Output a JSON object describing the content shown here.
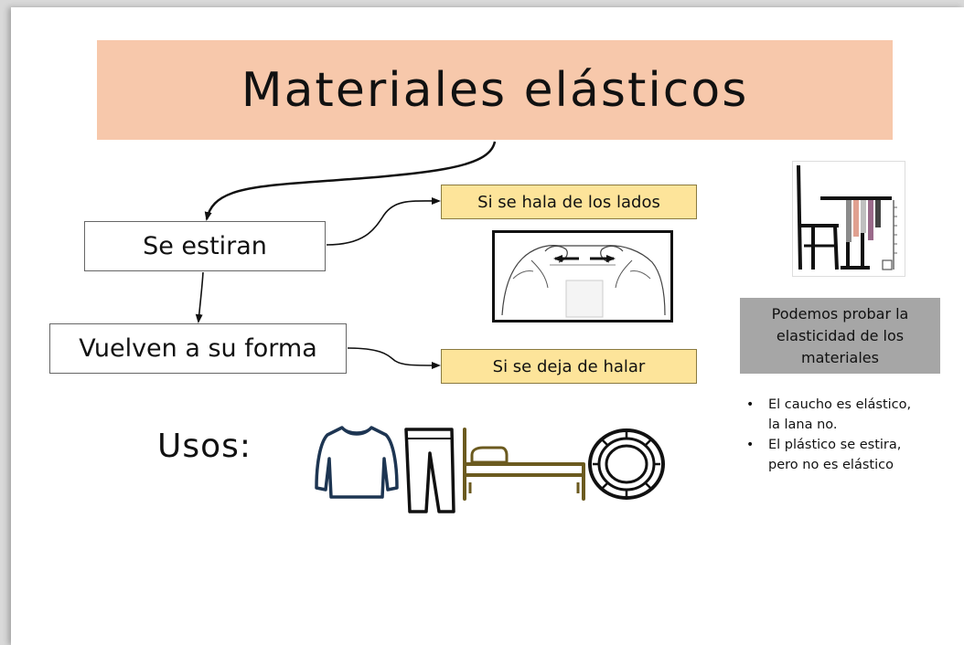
{
  "title": "Materiales elásticos",
  "boxes": {
    "stretch": "Se estiran",
    "return": "Vuelven a su forma"
  },
  "notes": {
    "pull_sides": "Si se hala de los lados",
    "stop_pulling": "Si se deja de halar"
  },
  "side_panel": {
    "lines": [
      "Podemos probar la",
      "elasticidad de los",
      "materiales"
    ],
    "bullets": [
      {
        "line1": "El caucho es elástico,",
        "line2": "la lana no."
      },
      {
        "line1": "El plástico se estira,",
        "line2": "pero no es elástico"
      }
    ]
  },
  "uses": {
    "label": "Usos:",
    "icons": [
      "sweater-icon",
      "pants-icon",
      "bed-icon",
      "tire-icon"
    ]
  },
  "colors": {
    "title_bg": "#f7c8ab",
    "note_bg": "#fde49a",
    "panel_bg": "#a6a6a6",
    "sweater": "#2b4a6b",
    "bed": "#6b5a1f"
  }
}
